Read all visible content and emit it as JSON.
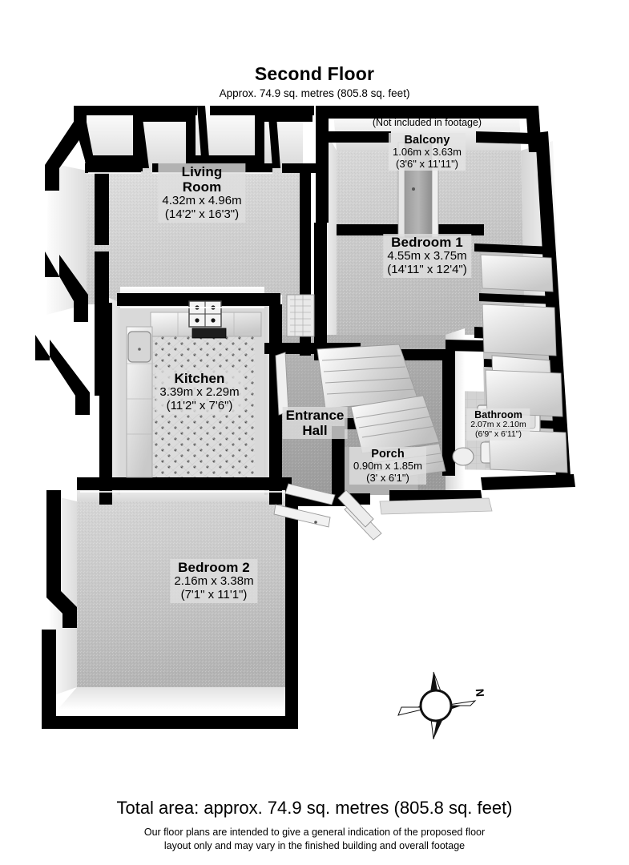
{
  "header": {
    "title": "Second Floor",
    "subtitle": "Approx. 74.9 sq. metres (805.8 sq. feet)"
  },
  "rooms": [
    {
      "name": "Living Room",
      "name_line1": "Living",
      "name_line2": "Room",
      "dims_metric": "4.32m x 4.96m",
      "dims_imperial": "(14'2\" x 16'3\")"
    },
    {
      "name": "Bedroom 1",
      "dims_metric": "4.55m x 3.75m",
      "dims_imperial": "(14'11\" x 12'4\")"
    },
    {
      "name": "Balcony",
      "dims_metric": "1.06m x 3.63m",
      "dims_imperial": "(3'6\" x 11'11\")",
      "note": "(Not included in footage)"
    },
    {
      "name": "Kitchen",
      "dims_metric": "3.39m x 2.29m",
      "dims_imperial": "(11'2\" x 7'6\")"
    },
    {
      "name": "Entrance Hall",
      "name_line1": "Entrance",
      "name_line2": "Hall"
    },
    {
      "name": "Porch",
      "dims_metric": "0.90m x 1.85m",
      "dims_imperial": "(3' x 6'1\")"
    },
    {
      "name": "Bathroom",
      "dims_metric": "2.07m x 2.10m",
      "dims_imperial": "(6'9\" x 6'11\")"
    },
    {
      "name": "Bedroom 2",
      "dims_metric": "2.16m x 3.38m",
      "dims_imperial": "(7'1\" x 11'1\")"
    }
  ],
  "compass": {
    "label": "N",
    "icon": "compass-rose-icon"
  },
  "footer": {
    "total_area": "Total area: approx. 74.9 sq. metres (805.8 sq. feet)",
    "disclaimer_line1": "Our floor plans are intended to give a general indication of the proposed floor",
    "disclaimer_line2": "layout only and may vary  in the finished building and overall footage"
  },
  "colors": {
    "background": "#ffffff",
    "wall": "#000000",
    "wall_top": "#ffffff",
    "floor_light": "#d2d2d2",
    "floor_mid": "#bdbdbd",
    "floor_dark": "#a8a8a8",
    "text": "#000000"
  }
}
